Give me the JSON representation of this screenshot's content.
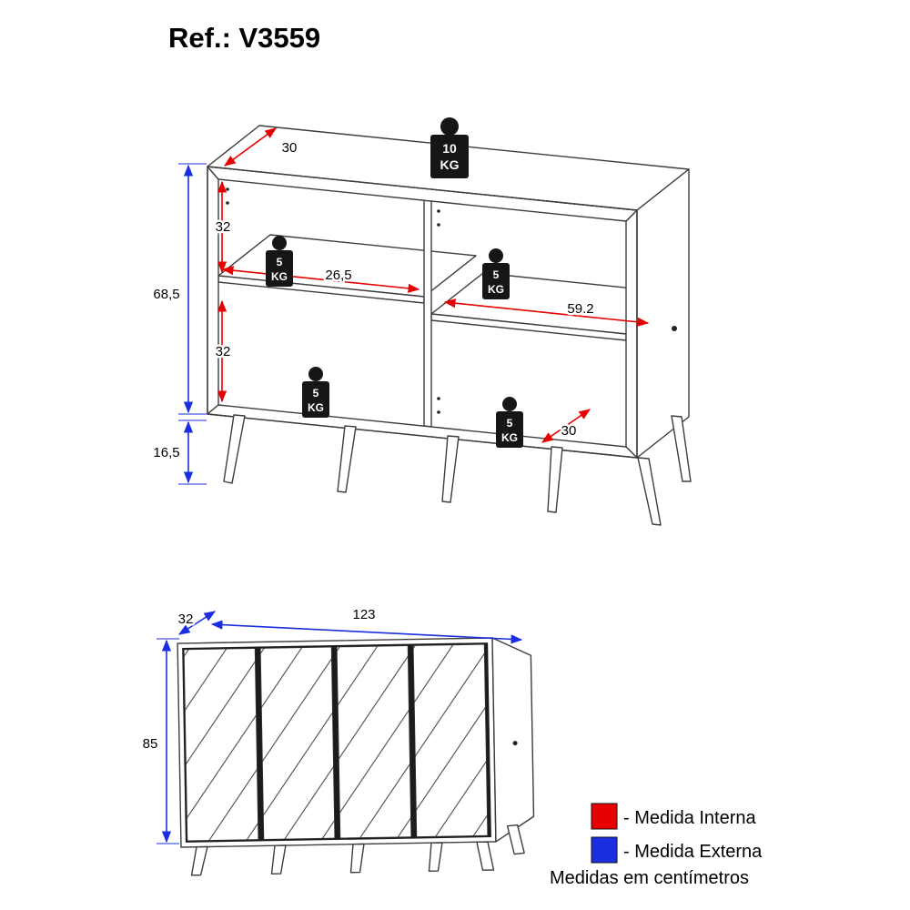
{
  "title": "Ref.: V3559",
  "colors": {
    "internal": "#e60000",
    "external": "#1a2de0",
    "badge": "#161616",
    "outline": "#3d3d3d"
  },
  "iso_view": {
    "dims": {
      "top_depth": "30",
      "upper_inner_height": "32",
      "lower_inner_height": "32",
      "body_height": "68,5",
      "leg_height": "16,5",
      "left_inner_width": "26,5",
      "right_inner_width": "59.2",
      "bottom_depth": "30"
    },
    "weights": {
      "top": {
        "value": "10",
        "unit": "KG"
      },
      "left_shelf": {
        "value": "5",
        "unit": "KG"
      },
      "right_shelf": {
        "value": "5",
        "unit": "KG"
      },
      "bottom_left": {
        "value": "5",
        "unit": "KG"
      },
      "bottom_right": {
        "value": "5",
        "unit": "KG"
      }
    }
  },
  "front_view": {
    "dims": {
      "depth": "32",
      "width": "123",
      "height": "85"
    }
  },
  "legend": {
    "internal_label": "- Medida Interna",
    "external_label": "- Medida Externa",
    "units_note": "Medidas em centímetros"
  }
}
